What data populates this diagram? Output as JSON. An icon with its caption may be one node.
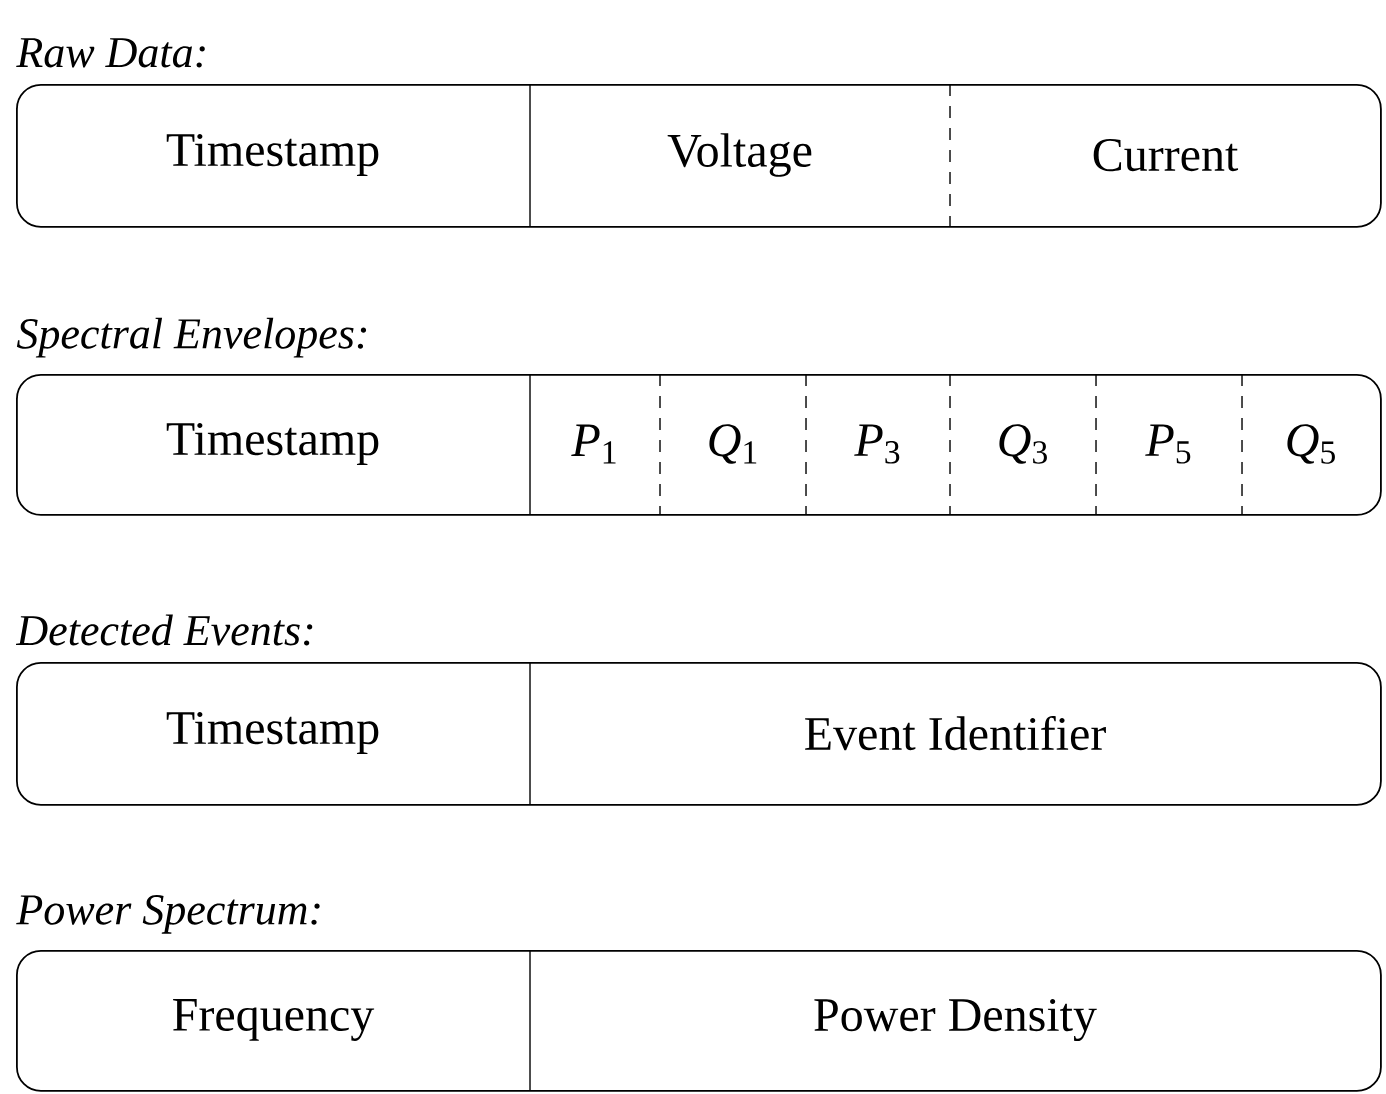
{
  "diagram": {
    "nodes": [
      {
        "text": [
          "Raw Data:"
        ]
      },
      {
        "text": [
          "Timestamp"
        ],
        "in": 0
      },
      {
        "text": [
          "Voltage"
        ],
        "in": 0
      },
      {
        "text": [
          "Current"
        ],
        "in": 0
      },
      {
        "text": [
          "Spectral Envelopes:"
        ]
      },
      {
        "text": [
          "Timestamp"
        ],
        "in": 4
      },
      {
        "text": [
          "*P*$_{1}$"
        ],
        "in": 4
      },
      {
        "text": [
          "*Q*$_{1}$"
        ],
        "in": 4
      },
      {
        "text": [
          "*P*$_{3}$"
        ],
        "in": 4
      },
      {
        "text": [
          "*Q*$_{3}$"
        ],
        "in": 4
      },
      {
        "text": [
          "*P*$_{5}$"
        ],
        "in": 4
      },
      {
        "text": [
          "*Q*$_{5}$"
        ],
        "in": 4
      },
      {
        "text": [
          "Detected Events:"
        ]
      },
      {
        "text": [
          "Timestamp"
        ],
        "in": 12
      },
      {
        "text": [
          "Event Identifier"
        ],
        "in": 12
      },
      {
        "text": [
          "Power Spectrum:"
        ]
      },
      {
        "text": [
          "Frequency"
        ],
        "in": 15
      },
      {
        "text": [
          "Power Density"
        ],
        "in": 15
      }
    ]
  }
}
